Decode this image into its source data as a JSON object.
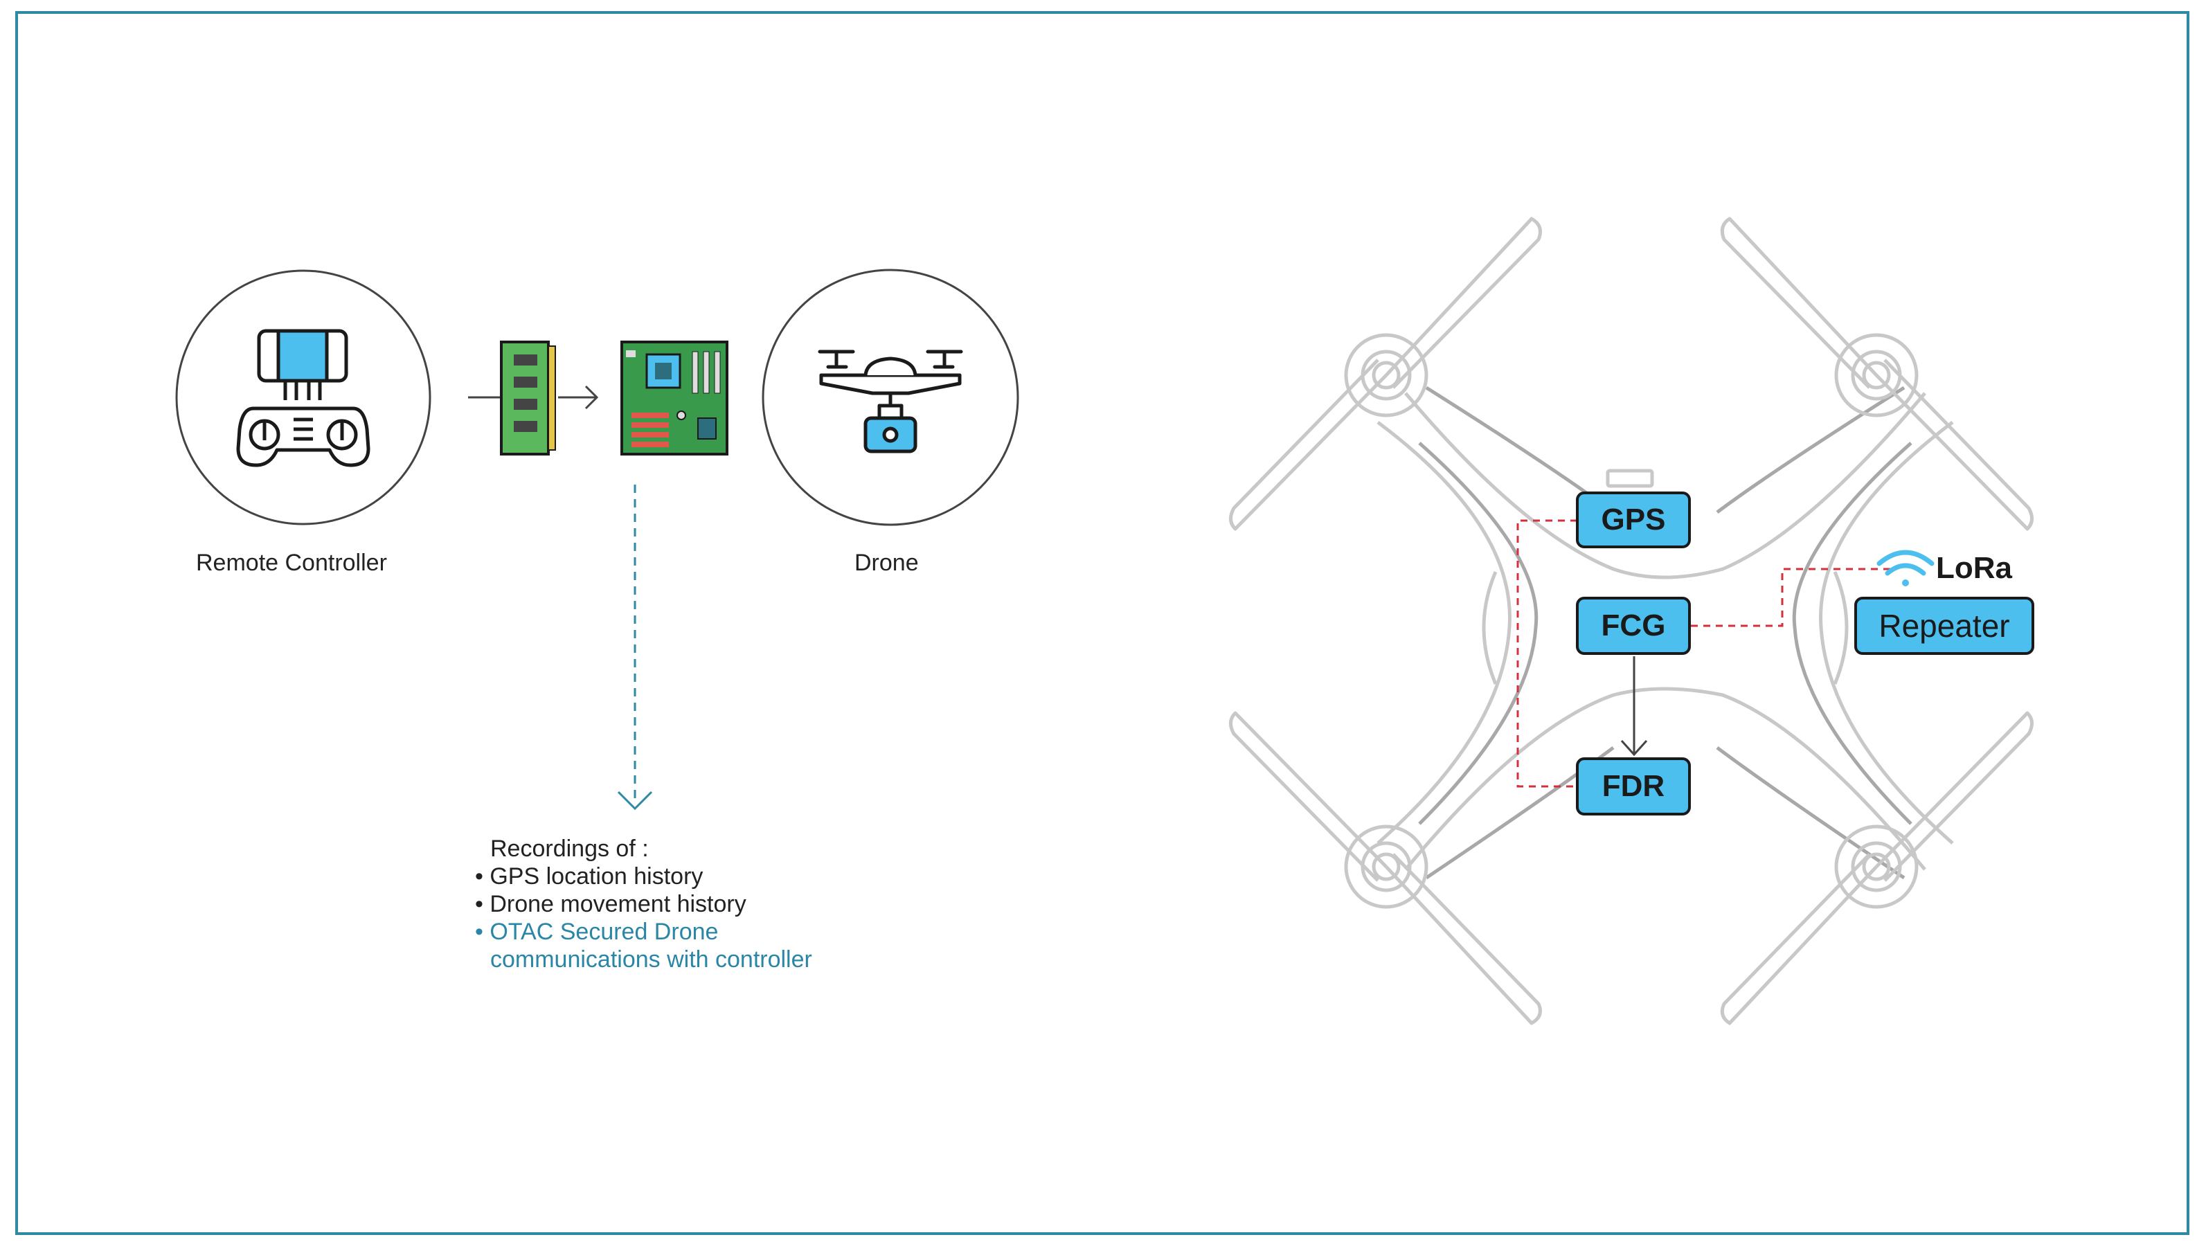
{
  "labels": {
    "remote_controller": "Remote Controller",
    "drone": "Drone"
  },
  "recordings": {
    "title": "Recordings of :",
    "items": [
      "GPS location history",
      "Drone movement history"
    ],
    "highlight_line1": "OTAC Secured Drone",
    "highlight_line2": "communications with controller",
    "bullet": "•"
  },
  "modules": {
    "gps": "GPS",
    "fcg": "FCG",
    "fdr": "FDR",
    "repeater": "Repeater",
    "lora": "LoRa"
  },
  "icons": [
    "remote-controller-icon",
    "memory-chip-icon",
    "circuit-board-icon",
    "drone-icon",
    "wifi-icon"
  ],
  "colors": {
    "frame": "#2e8aa4",
    "accent_blue": "#4cbfee",
    "highlight_text": "#2a86a6",
    "dashed_red": "#d0323c",
    "dashed_teal": "#2e8aa4",
    "board_green": "#3a9a4c",
    "drone_outline": "#c8c8c8"
  }
}
